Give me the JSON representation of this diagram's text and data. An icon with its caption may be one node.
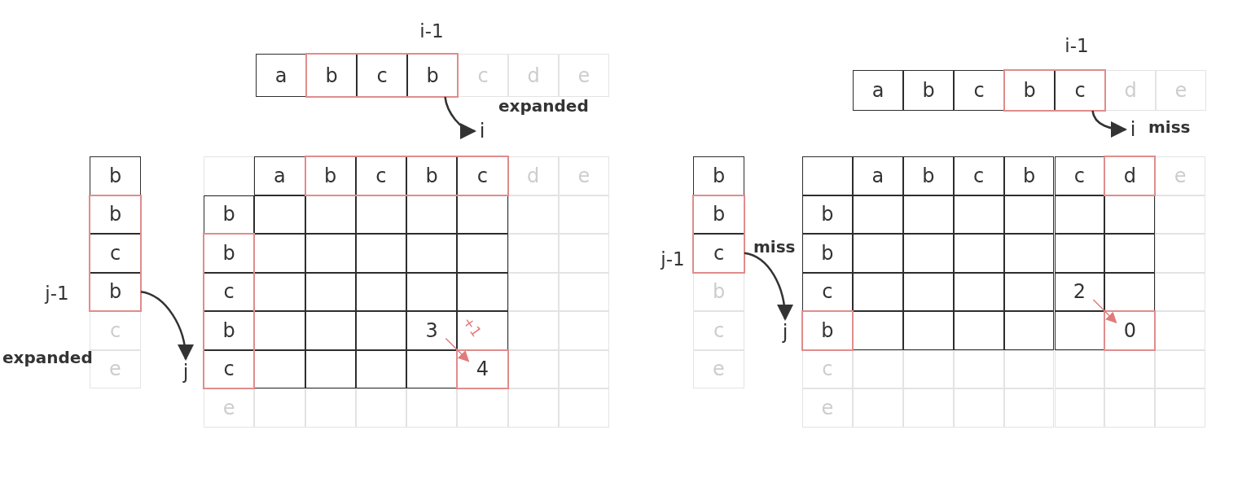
{
  "diagram": {
    "nodes": [
      {
        "text": [
          "a"
        ]
      },
      {
        "text": [
          "b"
        ]
      },
      {
        "text": [
          "c"
        ]
      },
      {
        "text": [
          "b"
        ]
      },
      {
        "text": [
          "c"
        ]
      },
      {
        "text": [
          "d"
        ]
      },
      {
        "text": [
          "e"
        ]
      },
      {
        "text": [
          "i"
        ]
      },
      {
        "text": [
          "b"
        ]
      },
      {
        "text": [
          "b"
        ]
      },
      {
        "text": [
          "c"
        ]
      },
      {
        "text": [
          "b"
        ]
      },
      {
        "text": [
          "c"
        ]
      },
      {
        "text": [
          "e"
        ]
      },
      {
        "text": [
          "j"
        ]
      },
      {
        "text": [],
        "shape": "box"
      },
      {
        "text": [
          "a"
        ]
      },
      {
        "text": [
          "b"
        ]
      },
      {
        "text": [
          "c"
        ]
      },
      {
        "text": [
          "b"
        ]
      },
      {
        "text": [
          "c"
        ]
      },
      {
        "text": [
          "d"
        ]
      },
      {
        "text": [
          "e"
        ]
      },
      {
        "text": [
          "b"
        ]
      },
      {
        "text": [],
        "shape": "box"
      },
      {
        "text": [],
        "shape": "box"
      },
      {
        "text": [],
        "shape": "box"
      },
      {
        "text": [],
        "shape": "box"
      },
      {
        "text": [],
        "shape": "box"
      },
      {
        "text": [],
        "shape": "box"
      },
      {
        "text": [],
        "shape": "box"
      },
      {
        "text": [
          "b"
        ]
      },
      {
        "text": [],
        "shape": "box"
      },
      {
        "text": [],
        "shape": "box"
      },
      {
        "text": [],
        "shape": "box"
      },
      {
        "text": [],
        "shape": "box"
      },
      {
        "text": [],
        "shape": "box"
      },
      {
        "text": [],
        "shape": "box"
      },
      {
        "text": [],
        "shape": "box"
      },
      {
        "text": [
          "c"
        ]
      },
      {
        "text": [],
        "shape": "box"
      },
      {
        "text": [],
        "shape": "box"
      },
      {
        "text": [],
        "shape": "box"
      },
      {
        "text": [],
        "shape": "box"
      },
      {
        "text": [],
        "shape": "box"
      },
      {
        "text": [],
        "shape": "box"
      },
      {
        "text": [],
        "shape": "box"
      },
      {
        "text": [
          "b"
        ]
      },
      {
        "text": [],
        "shape": "box"
      },
      {
        "text": [],
        "shape": "box"
      },
      {
        "text": [],
        "shape": "box"
      },
      {
        "text": [
          "3"
        ]
      },
      {
        "text": [],
        "shape": "box"
      },
      {
        "text": [],
        "shape": "box"
      },
      {
        "text": [],
        "shape": "box"
      },
      {
        "text": [
          "c"
        ]
      },
      {
        "text": [],
        "shape": "box"
      },
      {
        "text": [],
        "shape": "box"
      },
      {
        "text": [],
        "shape": "box"
      },
      {
        "text": [],
        "shape": "box"
      },
      {
        "text": [
          "4"
        ]
      },
      {
        "text": [],
        "shape": "box"
      },
      {
        "text": [],
        "shape": "box"
      },
      {
        "text": [
          "e"
        ]
      },
      {
        "text": [],
        "shape": "box"
      },
      {
        "text": [],
        "shape": "box"
      },
      {
        "text": [],
        "shape": "box"
      },
      {
        "text": [],
        "shape": "box"
      },
      {
        "text": [],
        "shape": "box"
      },
      {
        "text": [],
        "shape": "box"
      },
      {
        "text": [],
        "shape": "box"
      },
      {
        "text": [
          "a"
        ]
      },
      {
        "text": [
          "b"
        ]
      },
      {
        "text": [
          "c"
        ]
      },
      {
        "text": [
          "b"
        ]
      },
      {
        "text": [
          "c"
        ]
      },
      {
        "text": [
          "d"
        ]
      },
      {
        "text": [
          "e"
        ]
      },
      {
        "text": [
          "i"
        ]
      },
      {
        "text": [
          "b"
        ]
      },
      {
        "text": [
          "b"
        ]
      },
      {
        "text": [
          "c"
        ]
      },
      {
        "text": [
          "b"
        ]
      },
      {
        "text": [
          "c"
        ]
      },
      {
        "text": [
          "e"
        ]
      },
      {
        "text": [
          "j"
        ]
      },
      {
        "text": [],
        "shape": "box"
      },
      {
        "text": [
          "a"
        ]
      },
      {
        "text": [
          "b"
        ]
      },
      {
        "text": [
          "c"
        ]
      },
      {
        "text": [
          "b"
        ]
      },
      {
        "text": [
          "c"
        ]
      },
      {
        "text": [
          "d"
        ]
      },
      {
        "text": [
          "e"
        ]
      },
      {
        "text": [
          "b"
        ]
      },
      {
        "text": [],
        "shape": "box"
      },
      {
        "text": [],
        "shape": "box"
      },
      {
        "text": [],
        "shape": "box"
      },
      {
        "text": [],
        "shape": "box"
      },
      {
        "text": [],
        "shape": "box"
      },
      {
        "text": [],
        "shape": "box"
      },
      {
        "text": [],
        "shape": "box"
      },
      {
        "text": [
          "b"
        ]
      },
      {
        "text": [],
        "shape": "box"
      },
      {
        "text": [],
        "shape": "box"
      },
      {
        "text": [],
        "shape": "box"
      },
      {
        "text": [],
        "shape": "box"
      },
      {
        "text": [],
        "shape": "box"
      },
      {
        "text": [],
        "shape": "box"
      },
      {
        "text": [],
        "shape": "box"
      },
      {
        "text": [
          "c"
        ]
      },
      {
        "text": [],
        "shape": "box"
      },
      {
        "text": [],
        "shape": "box"
      },
      {
        "text": [],
        "shape": "box"
      },
      {
        "text": [],
        "shape": "box"
      },
      {
        "text": [
          "2"
        ]
      },
      {
        "text": [],
        "shape": "box"
      },
      {
        "text": [],
        "shape": "box"
      },
      {
        "text": [
          "b"
        ]
      },
      {
        "text": [],
        "shape": "box"
      },
      {
        "text": [],
        "shape": "box"
      },
      {
        "text": [],
        "shape": "box"
      },
      {
        "text": [],
        "shape": "box"
      },
      {
        "text": [],
        "shape": "box"
      },
      {
        "text": [
          "0"
        ]
      },
      {
        "text": [],
        "shape": "box"
      },
      {
        "text": [
          "c"
        ]
      },
      {
        "text": [],
        "shape": "box"
      },
      {
        "text": [],
        "shape": "box"
      },
      {
        "text": [],
        "shape": "box"
      },
      {
        "text": [],
        "shape": "box"
      },
      {
        "text": [],
        "shape": "box"
      },
      {
        "text": [],
        "shape": "box"
      },
      {
        "text": [],
        "shape": "box"
      },
      {
        "text": [
          "e"
        ]
      },
      {
        "text": [],
        "shape": "box"
      },
      {
        "text": [],
        "shape": "box"
      },
      {
        "text": [],
        "shape": "box"
      },
      {
        "text": [],
        "shape": "box"
      },
      {
        "text": [],
        "shape": "box"
      },
      {
        "text": [],
        "shape": "box"
      },
      {
        "text": [],
        "shape": "box"
      }
    ],
    "edges": [
      {
        "from": 3,
        "to": 7,
        "arrow": "to",
        "label": "expanded"
      },
      {
        "from": 11,
        "to": 14,
        "arrow": "to",
        "label": "expanded"
      },
      {
        "from": 51,
        "to": 60,
        "arrow": "to",
        "label": "+1",
        "color": "#e07b7b"
      },
      {
        "from": 75,
        "to": 78,
        "arrow": "to",
        "label": "miss"
      },
      {
        "from": 81,
        "to": 85,
        "arrow": "to",
        "label": "miss"
      },
      {
        "from": 115,
        "to": 124,
        "arrow": "to",
        "color": "#e07b7b"
      }
    ],
    "labels": [
      "i-1",
      "j-1",
      "i-1",
      "j-1"
    ]
  }
}
